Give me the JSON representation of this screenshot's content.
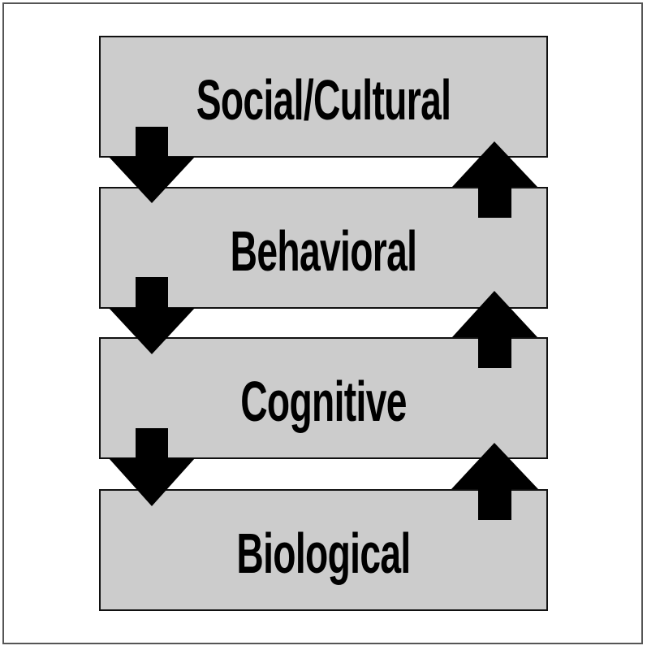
{
  "diagram": {
    "type": "layered-hierarchy",
    "levels": [
      {
        "label": "Social/Cultural"
      },
      {
        "label": "Behavioral"
      },
      {
        "label": "Cognitive"
      },
      {
        "label": "Biological"
      }
    ],
    "arrows": {
      "down_side": "left",
      "up_side": "right",
      "count_each": 3
    },
    "colors": {
      "box_fill": "#cccccc",
      "box_border": "#111111",
      "arrow": "#000000",
      "text": "#000000",
      "frame": "#555555"
    }
  }
}
